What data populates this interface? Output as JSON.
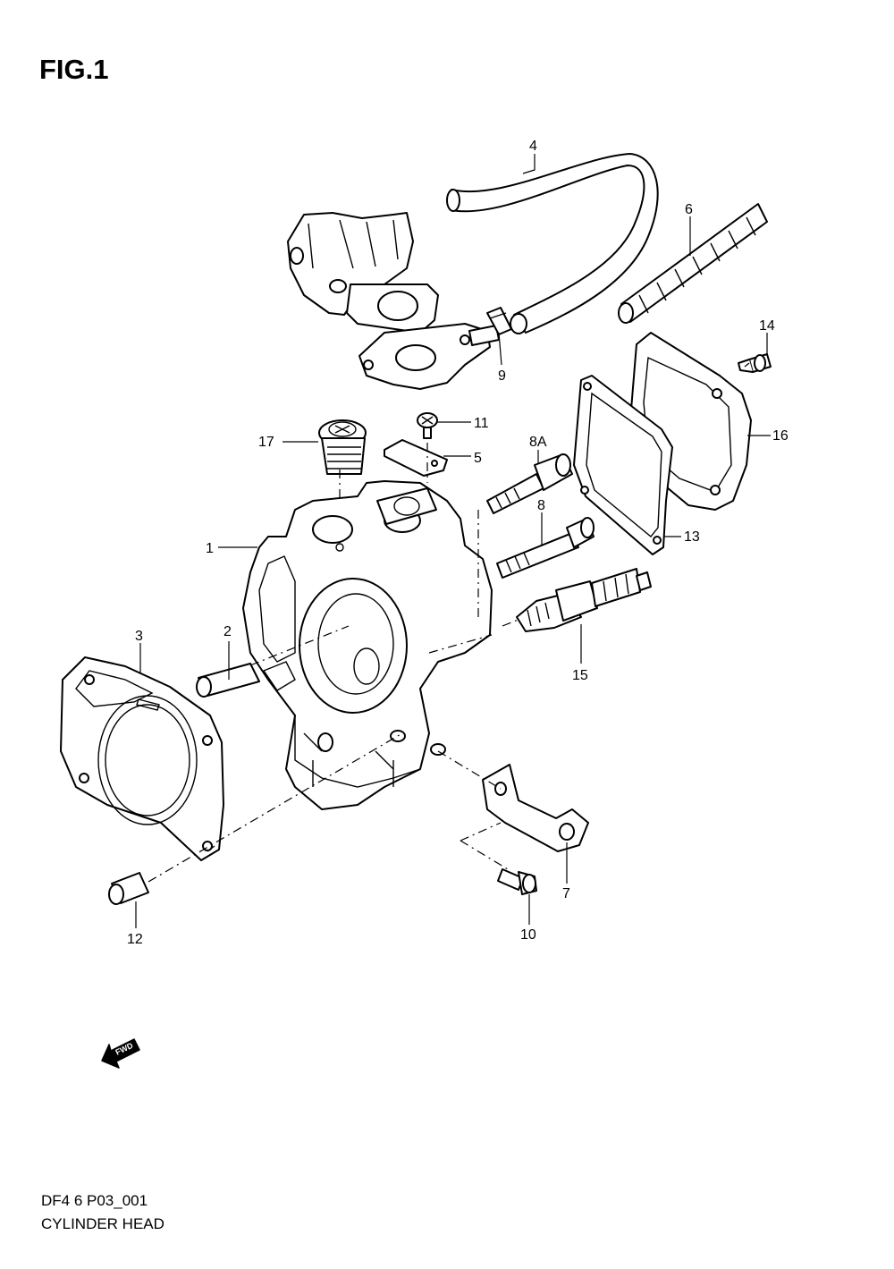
{
  "figure": {
    "title": "FIG.1"
  },
  "parts": [
    {
      "id": "p1",
      "number": "1"
    },
    {
      "id": "p2",
      "number": "2"
    },
    {
      "id": "p3",
      "number": "3"
    },
    {
      "id": "p4",
      "number": "4"
    },
    {
      "id": "p5",
      "number": "5"
    },
    {
      "id": "p6",
      "number": "6"
    },
    {
      "id": "p7",
      "number": "7"
    },
    {
      "id": "p8",
      "number": "8"
    },
    {
      "id": "p8a",
      "number": "8A"
    },
    {
      "id": "p9",
      "number": "9"
    },
    {
      "id": "p10",
      "number": "10"
    },
    {
      "id": "p11",
      "number": "11"
    },
    {
      "id": "p12",
      "number": "12"
    },
    {
      "id": "p13",
      "number": "13"
    },
    {
      "id": "p14",
      "number": "14"
    },
    {
      "id": "p15",
      "number": "15"
    },
    {
      "id": "p16",
      "number": "16"
    },
    {
      "id": "p17",
      "number": "17"
    }
  ],
  "direction_marker": {
    "label": "FWD",
    "icon": "forward-arrow-icon"
  },
  "footer": {
    "diagram_code": "DF4 6 P03_001",
    "section_name": "CYLINDER HEAD"
  }
}
